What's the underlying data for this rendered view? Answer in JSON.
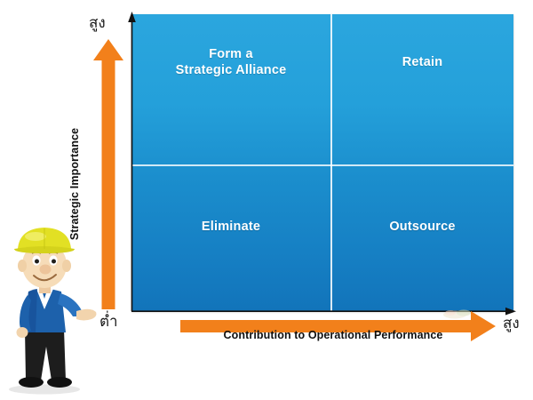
{
  "chart_data": {
    "type": "matrix",
    "title": "",
    "xlabel": "Contribution to Operational Performance",
    "ylabel": "Strategic Importance",
    "x_axis_low_label": "",
    "x_axis_high_label": "สูง",
    "y_axis_low_label": "ต่ำ",
    "y_axis_high_label": "สูง",
    "grid": true,
    "legend": "none",
    "rows": 2,
    "columns": 2,
    "quadrants": [
      {
        "id": "top-left",
        "label": "Form a\nStrategic Alliance",
        "line1": "Form a",
        "line2": "Strategic Alliance",
        "x": "low",
        "y": "high",
        "fill": "#27a2db"
      },
      {
        "id": "top-right",
        "label": "Retain",
        "line1": "Retain",
        "line2": "",
        "x": "high",
        "y": "high",
        "fill": "#2099d6"
      },
      {
        "id": "bottom-left",
        "label": "Eliminate",
        "line1": "Eliminate",
        "line2": "",
        "x": "low",
        "y": "low",
        "fill": "#147dc0"
      },
      {
        "id": "bottom-right",
        "label": "Outsource",
        "line1": "Outsource",
        "line2": "",
        "x": "high",
        "y": "low",
        "fill": "#1278bd"
      }
    ]
  },
  "matrix": {
    "quad_top_left_line1": "Form a",
    "quad_top_left_line2": "Strategic Alliance",
    "quad_top_right": "Retain",
    "quad_bottom_left": "Eliminate",
    "quad_bottom_right": "Outsource"
  },
  "axes": {
    "y_title": "Strategic Importance",
    "x_title": "Contribution to Operational Performance",
    "y_high": "สูง",
    "y_low": "ต่ำ",
    "x_high": "สูง"
  },
  "colors": {
    "background": "#ffffff",
    "matrix_top": "#2ba6de",
    "matrix_bottom": "#1274ba",
    "divider": "#ffffff",
    "axis_line": "#111111",
    "arrow_orange": "#f2801b",
    "text_dark": "#101010",
    "text_light": "#ffffff",
    "helmet_yellow": "#e4e020",
    "jacket_blue": "#1c5fa8",
    "skin": "#f3d6b0",
    "pants_black": "#1a1a1a"
  },
  "character": {
    "name": "construction-worker-mascot",
    "helmet": "hard-hat",
    "pose": "presenting-right-hand"
  },
  "icons": {
    "y_arrow": "arrow-up-icon",
    "x_arrow": "arrow-right-icon",
    "axis_y_arrow": "axis-arrow-up-icon",
    "axis_x_arrow": "axis-arrow-right-icon"
  }
}
